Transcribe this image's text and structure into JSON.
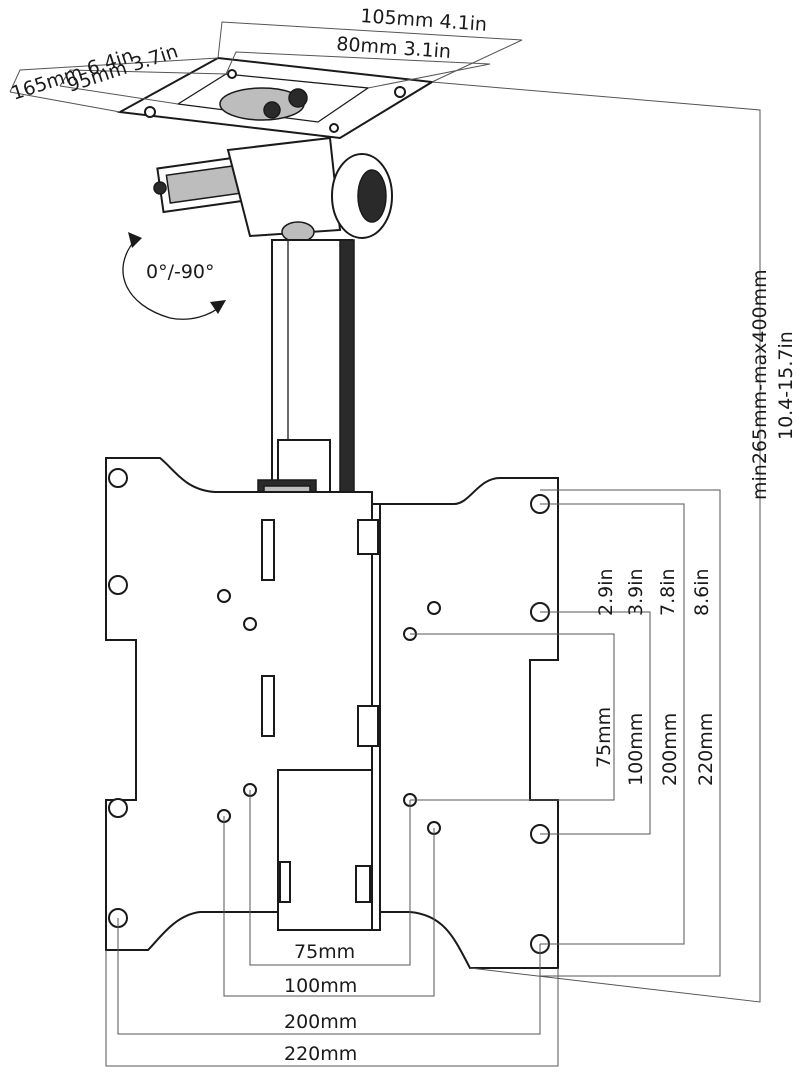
{
  "labels": {
    "top_outer_width": "105mm  4.1in",
    "top_inner_width": "80mm  3.1in",
    "top_outer_depth": "165mm  6.4in",
    "top_inner_depth": "95mm  3.7in",
    "tilt": "0°/-90°",
    "height_mm": "min265mm-max400mm",
    "height_in": "10.4-15.7in",
    "v_in_75": "2.9in",
    "v_in_100": "3.9in",
    "v_in_200": "7.8in",
    "v_in_220": "8.6in",
    "v_mm_75": "75mm",
    "v_mm_100": "100mm",
    "v_mm_200": "200mm",
    "v_mm_220": "220mm",
    "h_mm_75": "75mm",
    "h_mm_100": "100mm",
    "h_mm_200": "200mm",
    "h_mm_220": "220mm"
  },
  "colors": {
    "line": "#1a1a1a",
    "dimension": "#555555",
    "background": "#ffffff"
  }
}
